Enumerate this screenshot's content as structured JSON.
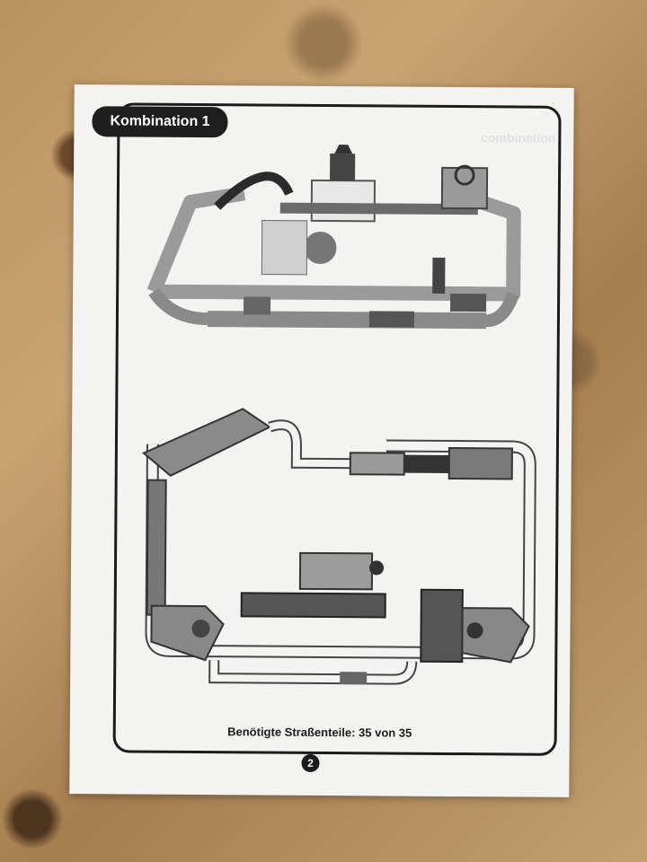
{
  "document": {
    "title": "Kombination 1",
    "watermark": "combination",
    "pieces_label": "Benötigte Straßenteile: 35 von 35",
    "page_number": "2"
  }
}
